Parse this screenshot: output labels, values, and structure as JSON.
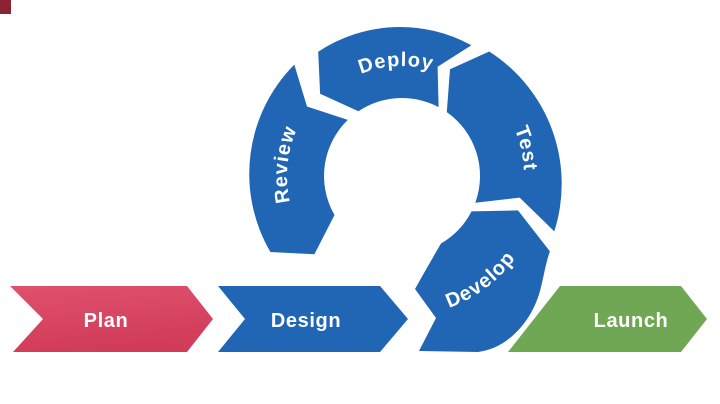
{
  "canvas": {
    "background": "#ffffff",
    "corner_artifact_color": "#8b2332"
  },
  "flow": {
    "arrows": [
      {
        "label": "Plan",
        "color": "#d94562",
        "color_top": "#e0516d",
        "color_bottom": "#d03c59"
      },
      {
        "label": "Design",
        "color": "#2066b4"
      },
      {
        "label": "Launch",
        "color": "#70a754"
      }
    ]
  },
  "cycle": {
    "color": "#2066b4",
    "text_color": "#ffffff",
    "segments": [
      {
        "label": "Deploy"
      },
      {
        "label": "Test"
      },
      {
        "label": "Develop"
      },
      {
        "label": "Review"
      }
    ]
  }
}
